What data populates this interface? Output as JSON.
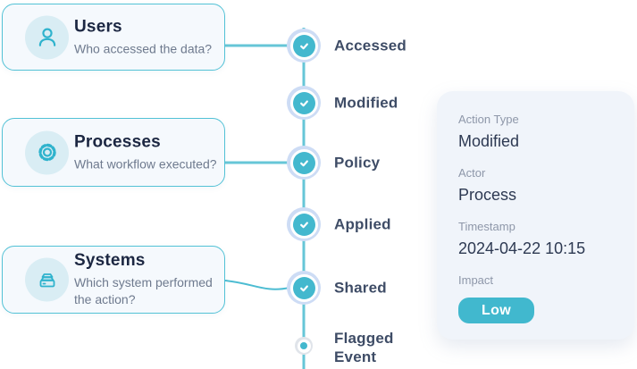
{
  "colors": {
    "accent_teal": "#43b8ce",
    "wire_teal": "#66c6d7",
    "node_halo": "#cddcf5",
    "card_border": "#53c2d6",
    "card_bg": "#f5f9fd",
    "panel_bg": "#f0f4fa",
    "badge_bg": "#41b8ce"
  },
  "cards": [
    {
      "title": "Users",
      "subtitle": "Who accessed the data?",
      "icon": "user-icon"
    },
    {
      "title": "Processes",
      "subtitle": "What workflow executed?",
      "icon": "gear-icon"
    },
    {
      "title": "Systems",
      "subtitle": "Which system performed the action?",
      "icon": "server-icon"
    }
  ],
  "timeline": {
    "items": [
      {
        "label": "Accessed",
        "state": "complete"
      },
      {
        "label": "Modified",
        "state": "complete"
      },
      {
        "label": "Policy",
        "state": "complete"
      },
      {
        "label": "Applied",
        "state": "complete"
      },
      {
        "label": "Shared",
        "state": "complete"
      },
      {
        "label": "Flagged Event",
        "state": "pending"
      }
    ]
  },
  "detail_panel": {
    "fields": [
      {
        "label": "Action Type",
        "value": "Modified"
      },
      {
        "label": "Actor",
        "value": "Process"
      },
      {
        "label": "Timestamp",
        "value": "2024-04-22 10:15"
      }
    ],
    "impact_label": "Impact",
    "impact_value": "Low"
  }
}
